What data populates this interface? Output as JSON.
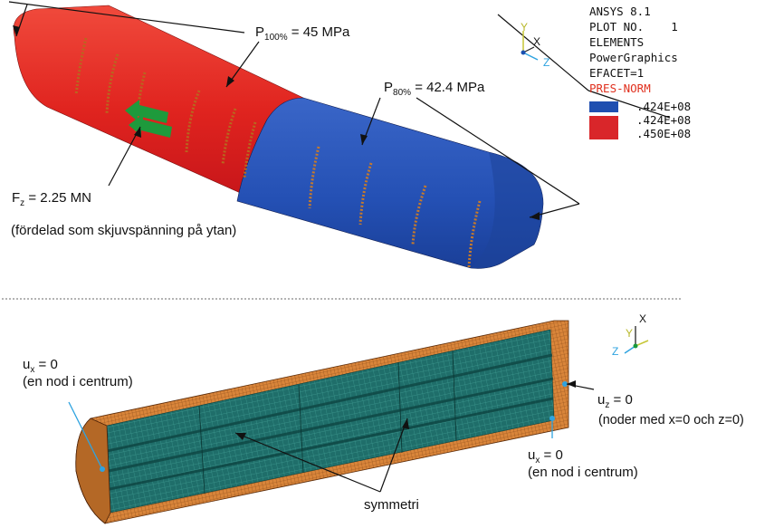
{
  "ansys_panel": {
    "lines": [
      "ANSYS 8.1",
      "PLOT NO.    1",
      "ELEMENTS",
      "PowerGraphics",
      "EFACET=1"
    ],
    "pres_label": "PRES-NORM",
    "pres_color": "#e0301e",
    "legend": [
      {
        "value": ".424E+08",
        "color": "#1f4fb0"
      },
      {
        "value": ".424E+08",
        "color": "#1f4fb0"
      },
      {
        "value": ".450E+08",
        "color": "#d9262a"
      }
    ]
  },
  "axes_top": {
    "y": "Y",
    "x": "X",
    "z": "Z"
  },
  "axes_bottom": {
    "x": "X",
    "y": "Y",
    "z": "Z"
  },
  "annotations": {
    "p100_main": "P",
    "p100_sub": "100%",
    "p100_value": " = 45 MPa",
    "p80_main": "P",
    "p80_sub": "80%",
    "p80_value": " = 42.4 MPa",
    "fz_main": "F",
    "fz_sub": "z",
    "fz_value": " = 2.25 MN",
    "fz_note": "(fördelad som skjuvspänning på ytan)",
    "ux_left_main": "u",
    "ux_left_sub": "x",
    "ux_left_value": " = 0",
    "ux_left_note": "(en nod i centrum)",
    "uz_main": "u",
    "uz_sub": "z",
    "uz_value": " = 0",
    "uz_note": "(noder med x=0 och z=0)",
    "ux_right_main": "u",
    "ux_right_sub": "x",
    "ux_right_value": " = 0",
    "ux_right_note": "(en nod i centrum)",
    "symmetri": "symmetri"
  },
  "colors": {
    "red_region": "#e3262b",
    "blue_region": "#2450b4",
    "mesh_teal": "#1f6e6a",
    "mesh_orange": "#d9853a",
    "arrow_green": "#1e9a3c",
    "marker_blue": "#2fa3e0"
  }
}
